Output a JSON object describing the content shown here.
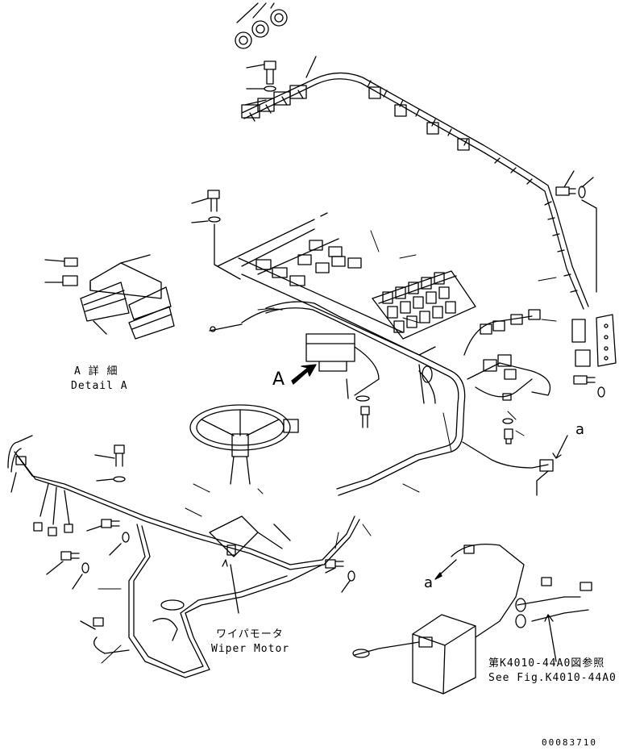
{
  "labels": {
    "detail_a_jp": "A 詳 細",
    "detail_a_en": "Detail A",
    "callout_big_a": "A",
    "callout_a_right": "a",
    "callout_a_lower": "a",
    "wiper_jp": "ワイパモータ",
    "wiper_en": "Wiper Motor",
    "see_fig_jp": "第K4010-44A0図参照",
    "see_fig_en": "See Fig.K4010-44A0",
    "drawing_number": "00083710"
  },
  "colors": {
    "line": "#000000",
    "background": "#ffffff"
  }
}
